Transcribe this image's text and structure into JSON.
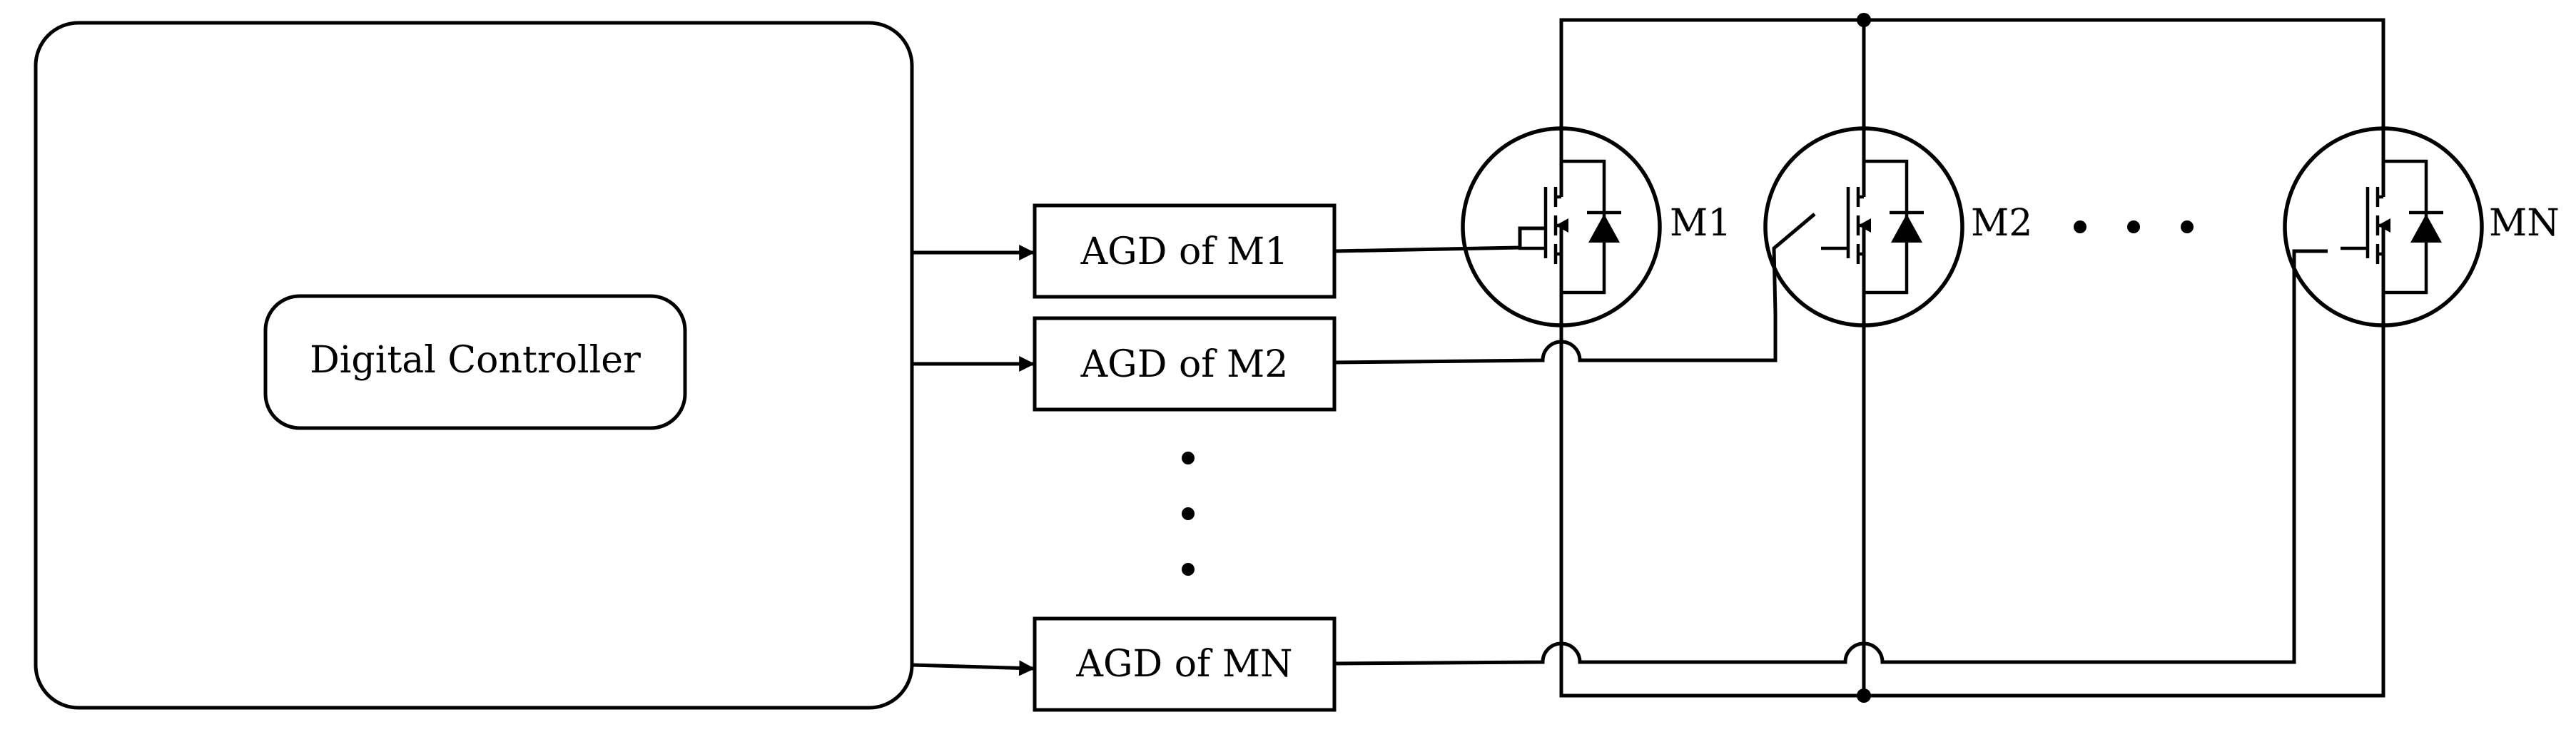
{
  "controller": {
    "label": "Digital Controller"
  },
  "drivers": [
    {
      "label": "AGD of M1"
    },
    {
      "label": "AGD of M2"
    },
    {
      "label": "AGD of MN"
    }
  ],
  "mosfets": [
    {
      "label": "M1"
    },
    {
      "label": "M2"
    },
    {
      "label": "MN"
    }
  ],
  "colors": {
    "stroke": "#000000",
    "background": "#ffffff"
  }
}
